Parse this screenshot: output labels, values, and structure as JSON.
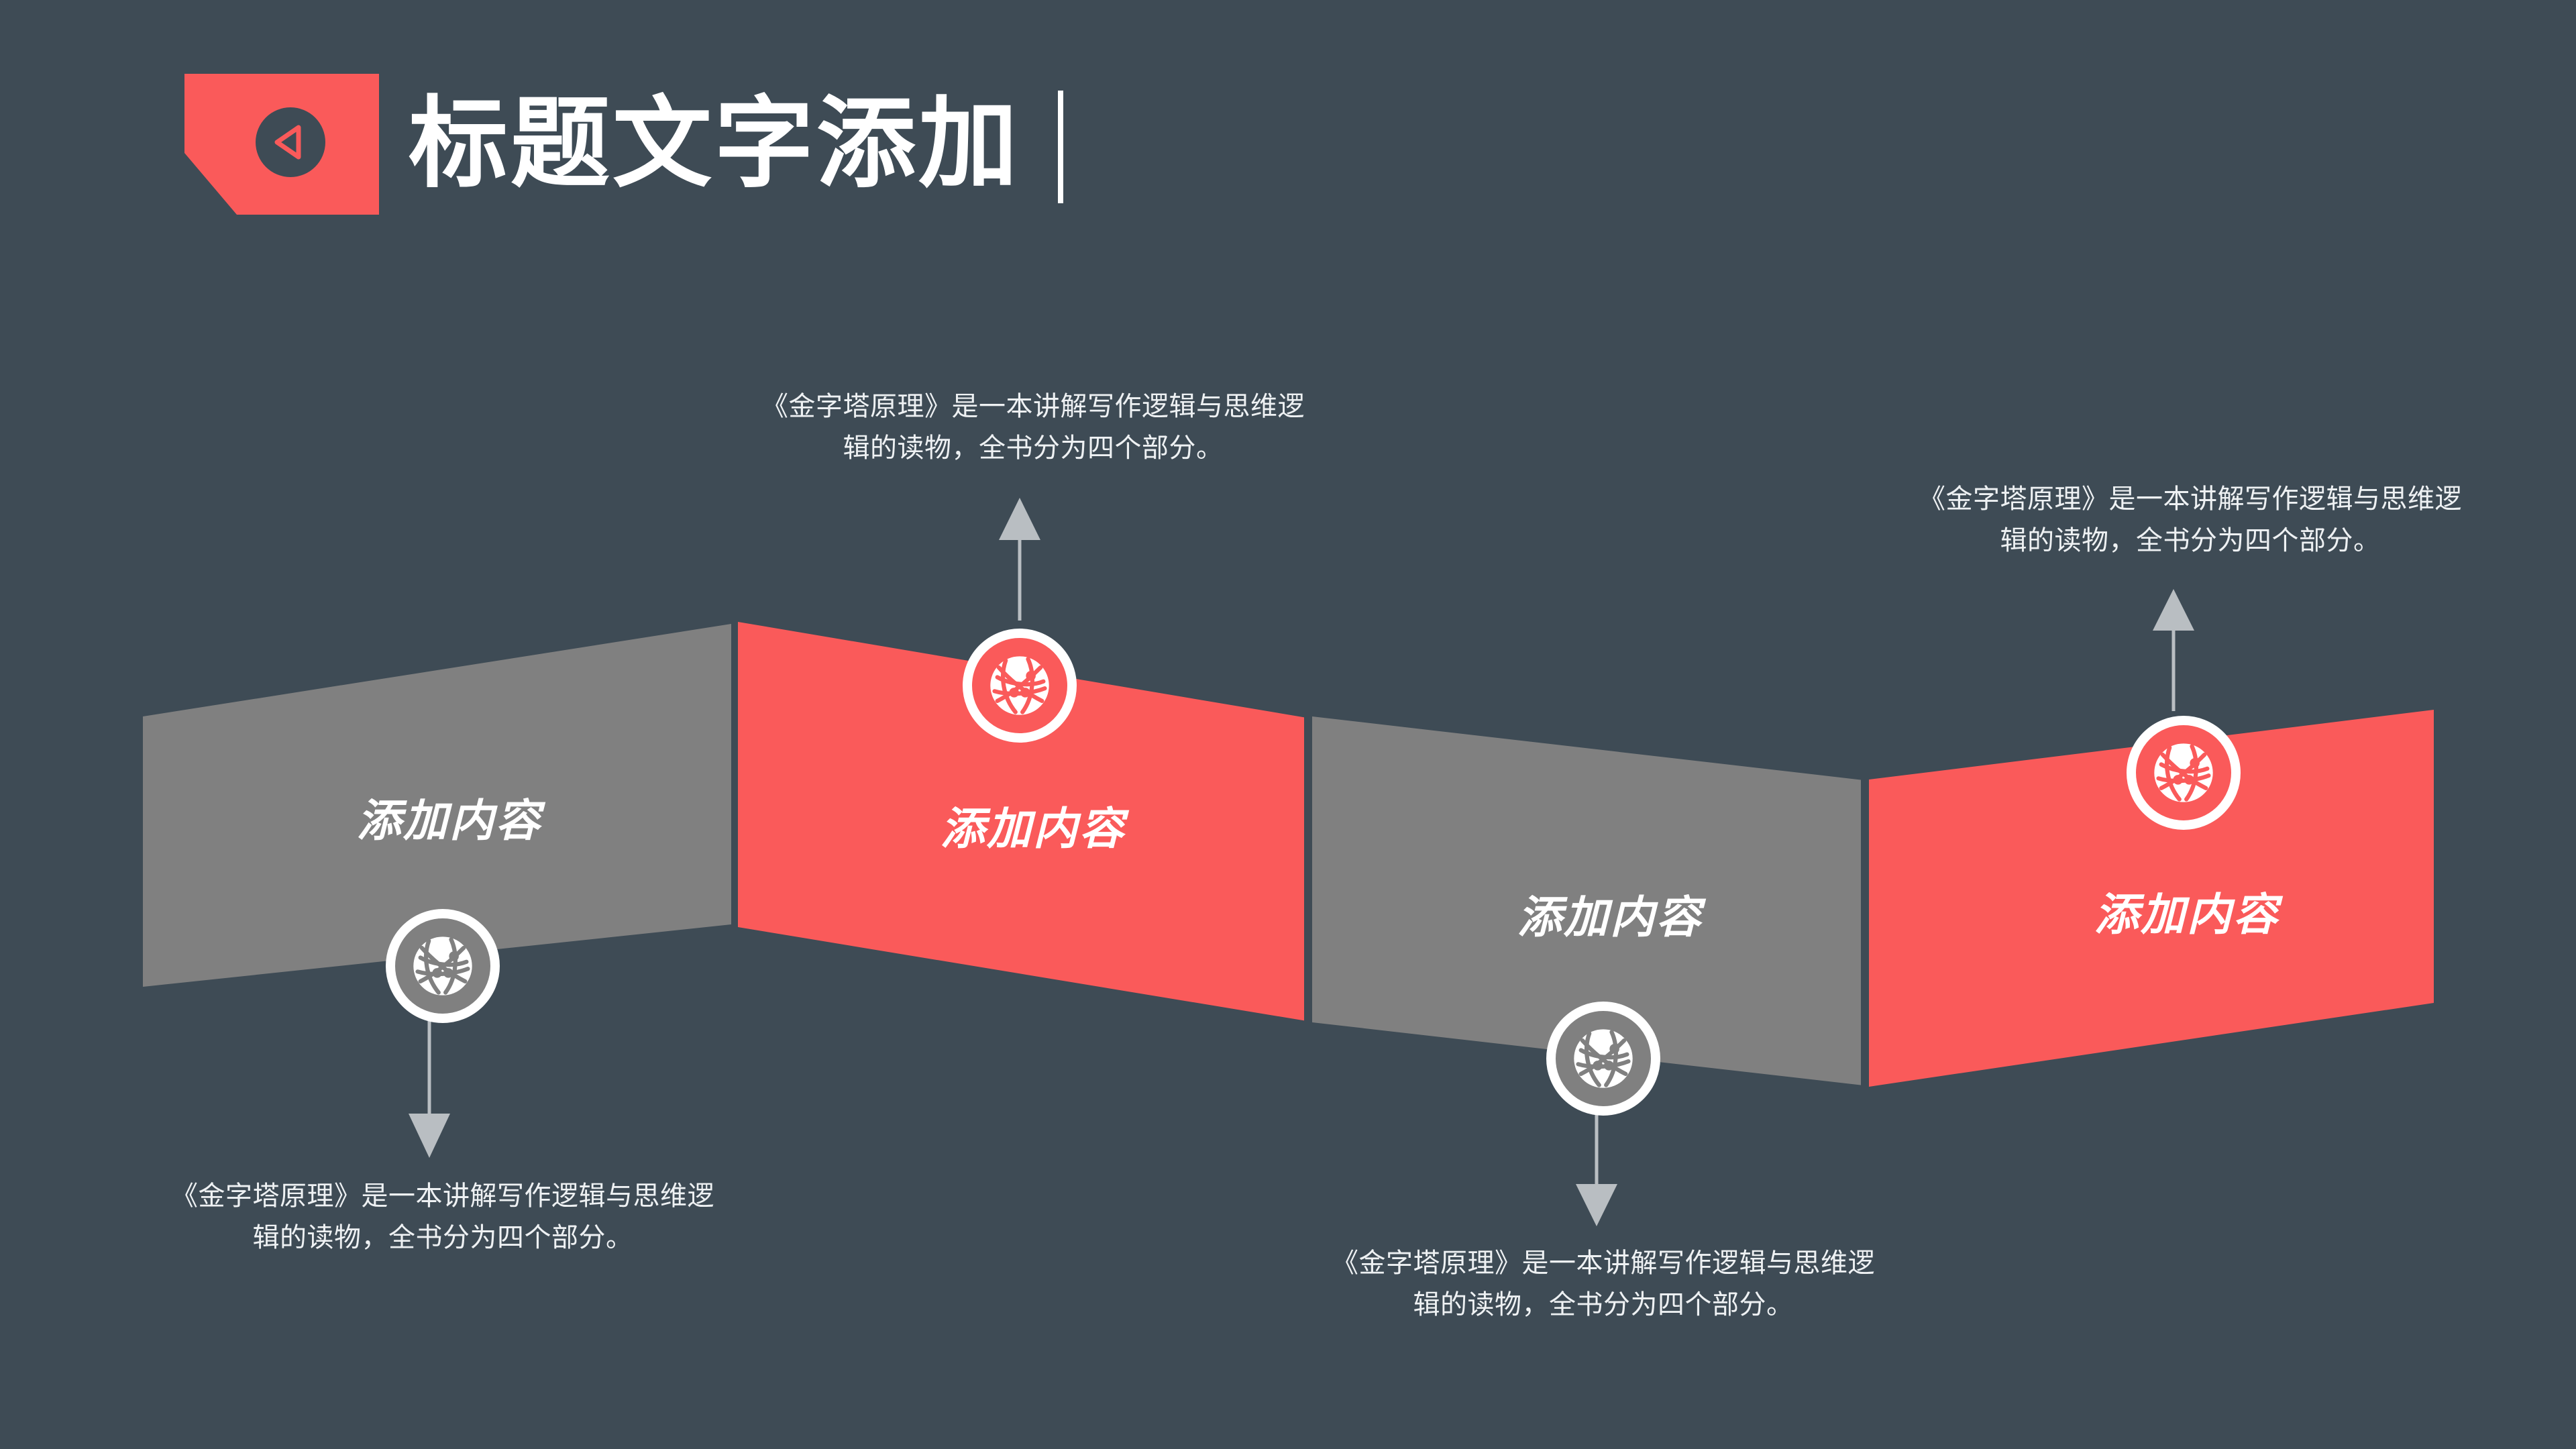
{
  "theme": {
    "background": "#3e4b55",
    "accent_red": "#fa5a5a",
    "accent_gray": "#808080",
    "text_white": "#ffffff",
    "caption_color": "#eef1f3",
    "arrow_color": "#b9bec2"
  },
  "header": {
    "title": "标题文字添加",
    "badge_icon": "play-triangle-left-icon"
  },
  "banners": [
    {
      "id": 1,
      "label": "添加内容",
      "color": "gray",
      "icon": "globe-network-icon",
      "caption": "《金字塔原理》是一本讲解写作逻辑与思维逻辑的读物，全书分为四个部分。",
      "caption_position": "below"
    },
    {
      "id": 2,
      "label": "添加内容",
      "color": "red",
      "icon": "globe-network-icon",
      "caption": "《金字塔原理》是一本讲解写作逻辑与思维逻辑的读物，全书分为四个部分。",
      "caption_position": "above"
    },
    {
      "id": 3,
      "label": "添加内容",
      "color": "gray",
      "icon": "globe-network-icon",
      "caption": "《金字塔原理》是一本讲解写作逻辑与思维逻辑的读物，全书分为四个部分。",
      "caption_position": "below"
    },
    {
      "id": 4,
      "label": "添加内容",
      "color": "red",
      "icon": "globe-network-icon",
      "caption": "《金字塔原理》是一本讲解写作逻辑与思维逻辑的读物，全书分为四个部分。",
      "caption_position": "above"
    }
  ]
}
